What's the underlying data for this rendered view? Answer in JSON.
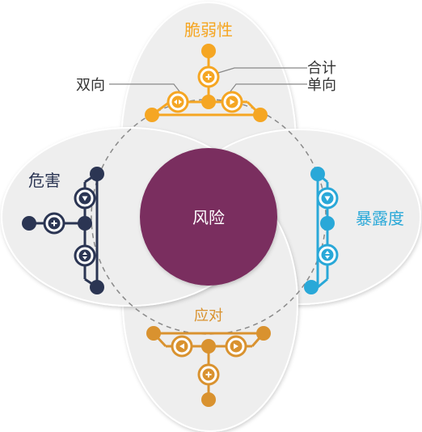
{
  "center": {
    "label": "风险",
    "color": "#7a2d5e"
  },
  "petals": {
    "top": {
      "label": "脆弱性",
      "color": "#f5a623"
    },
    "left": {
      "label": "危害",
      "color": "#2b3553"
    },
    "right": {
      "label": "暴露度",
      "color": "#29a8d8"
    },
    "bottom": {
      "label": "应对",
      "color": "#d9922f"
    }
  },
  "legend": {
    "sum": "合计",
    "bidirectional": "双向",
    "unidirectional": "单向"
  },
  "icons": [
    "plus-icon",
    "bidirectional-arrow-icon",
    "right-arrow-icon",
    "down-arrow-icon",
    "up-down-arrow-icon",
    "left-arrow-icon"
  ],
  "colors": {
    "petal_fill": "#eeeeee",
    "petal_stroke": "#ffffff",
    "dashed_ring": "#8a8a8a",
    "text_dark": "#333333"
  }
}
